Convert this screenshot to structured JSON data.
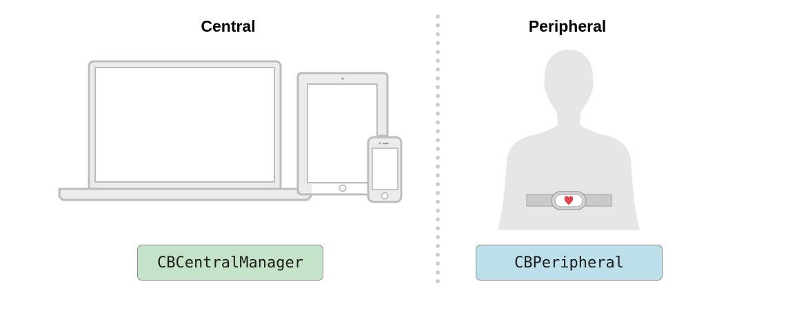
{
  "central": {
    "heading": "Central",
    "class_name": "CBCentralManager",
    "box_color": "#c5e3c8",
    "devices": [
      "laptop-icon",
      "tablet-icon",
      "phone-icon"
    ]
  },
  "peripheral": {
    "heading": "Peripheral",
    "class_name": "CBPeripheral",
    "box_color": "#bcdfea",
    "devices": [
      "person-silhouette-icon",
      "heart-rate-strap-icon"
    ]
  },
  "colors": {
    "device_stroke": "#bdbdbd",
    "device_fill": "#ececec",
    "silhouette": "#e6e6e6",
    "heart": "#e0474c",
    "divider": "#cccccc"
  }
}
